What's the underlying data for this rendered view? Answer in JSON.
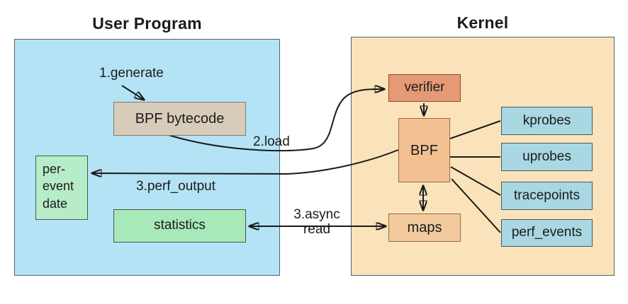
{
  "diagram": {
    "user_program": {
      "title": "User Program",
      "nodes": {
        "bpf_bytecode": "BPF bytecode",
        "per_event_date": "per-\nevent\ndate",
        "statistics": "statistics"
      }
    },
    "kernel": {
      "title": "Kernel",
      "nodes": {
        "verifier": "verifier",
        "bpf": "BPF",
        "maps": "maps",
        "kprobes": "kprobes",
        "uprobes": "uprobes",
        "tracepoints": "tracepoints",
        "perf_events": "perf_events"
      }
    },
    "edge_labels": {
      "generate": "1.generate",
      "load": "2.load",
      "perf_output": "3.perf_output",
      "async_read": "3.async\nread"
    },
    "colors": {
      "user_container_fill": "#b5e3f6",
      "kernel_container_fill": "#fae3ba",
      "bytecode_fill": "#d7ccb9",
      "per_event_fill": "#b6ecc8",
      "statistics_fill": "#a7e9b8",
      "verifier_fill": "#e59a74",
      "bpf_fill": "#f3c091",
      "maps_fill": "#f3ca9e",
      "probe_fill": "#a9d7e2",
      "arrow_color": "#1a1a1a"
    }
  }
}
